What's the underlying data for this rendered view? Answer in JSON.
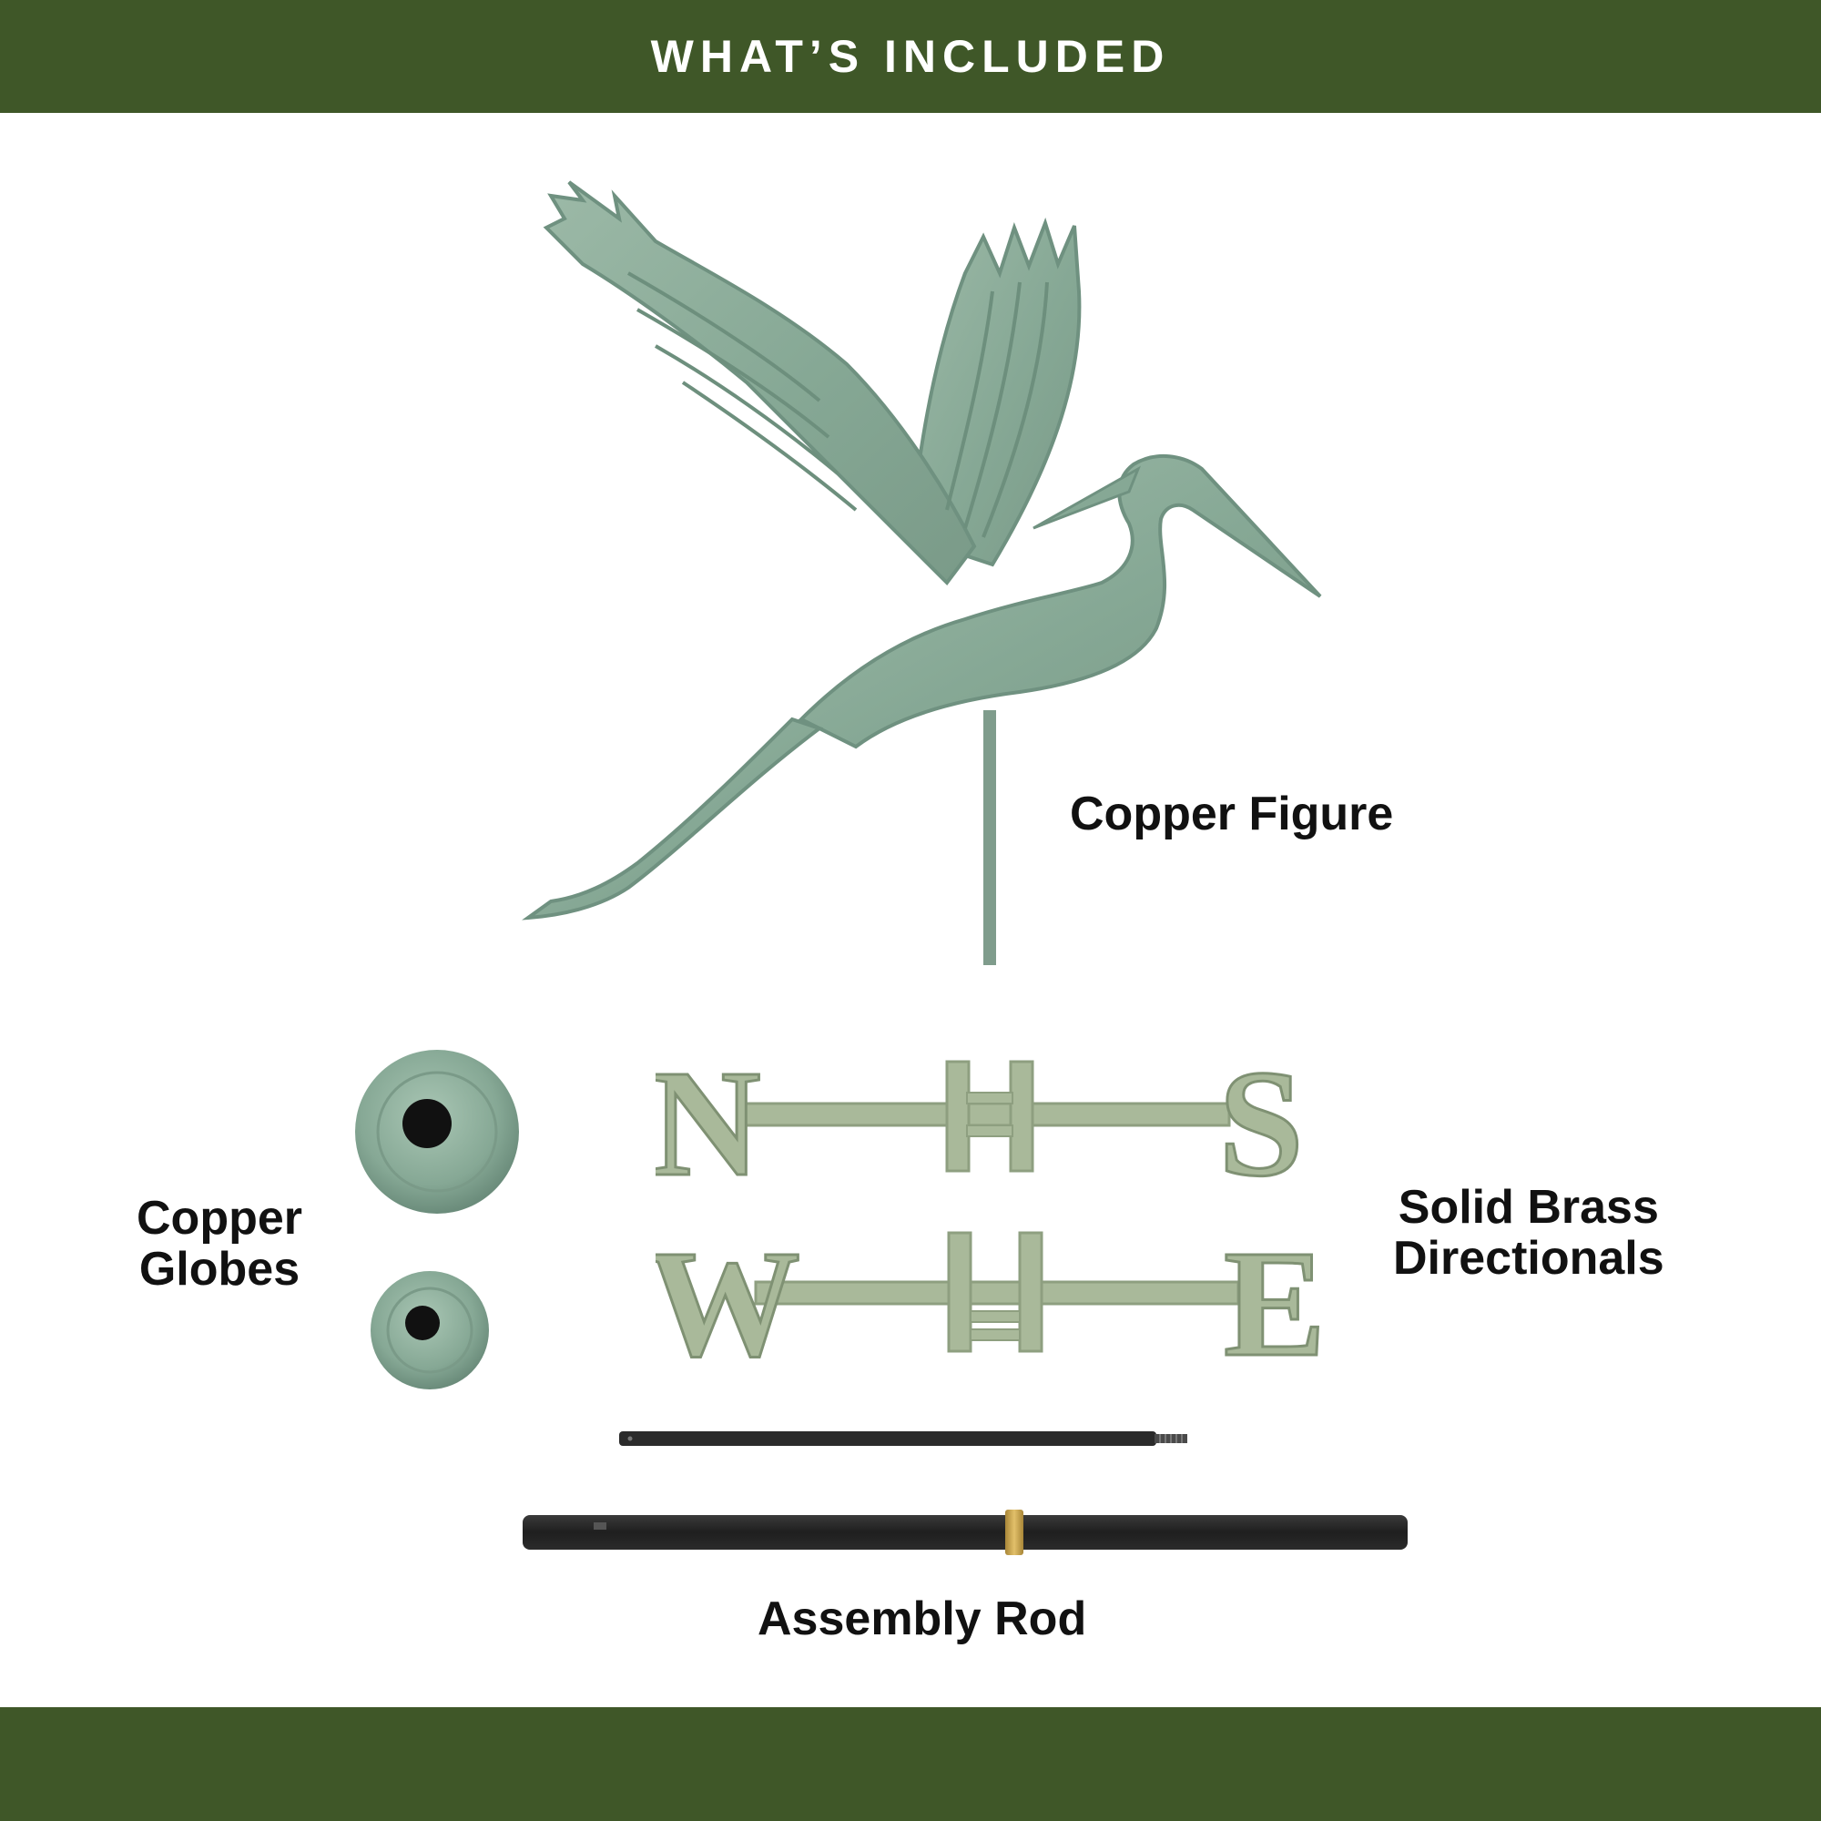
{
  "header": {
    "title": "WHAT’S INCLUDED"
  },
  "labels": {
    "copper_figure": "Copper Figure",
    "copper_globes": [
      "Copper",
      "Globes"
    ],
    "brass_directionals": [
      "Solid Brass",
      "Directionals"
    ],
    "assembly_rod": "Assembly Rod"
  },
  "directionals": {
    "top_row": [
      "N",
      "S"
    ],
    "bottom_row": [
      "W",
      "E"
    ]
  },
  "colors": {
    "band": "#3f5728",
    "verdigris": "#8fae9b",
    "verdigris_dark": "#6f9180",
    "brass_verdigris": "#a9b99a",
    "rod": "#2b2b2b",
    "brass_collar": "#c9a24a"
  },
  "icons": {
    "figure": "heron-weathervane-figure",
    "globe": "copper-globe",
    "directional": "compass-directional",
    "rod": "assembly-rod"
  }
}
